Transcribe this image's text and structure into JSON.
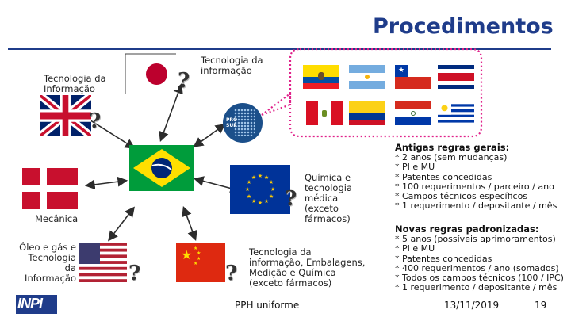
{
  "title": "Procedimentos",
  "labels": {
    "japan_top": "Tecnologia da informação",
    "uk_left": "Tecnologia da Informação",
    "denmark": "Mecânica",
    "usa": "Óleo e gás e Tecnologia da Informação",
    "eu": "Química e tecnologia médica (exceto fármacos)",
    "china": "Tecnologia da informação, Embalagens, Medição e Química (exceto fármacos)",
    "pph": "PPH uniforme",
    "prosur_logo": "PRO SUR"
  },
  "question_mark": "?",
  "old_rules": {
    "heading": "Antigas regras gerais:",
    "items": [
      "* 2 anos (sem mudanças)",
      "* PI e MU",
      "* Patentes concedidas",
      "* 100 requerimentos / parceiro / ano",
      "* Campos técnicos específicos",
      "* 1 requerimento / depositante / mês"
    ]
  },
  "new_rules": {
    "heading": "Novas regras padronizadas:",
    "items": [
      "* 5 anos (possíveis aprimoramentos)",
      "* PI e MU",
      "* Patentes concedidas",
      "* 400 requerimentos / ano (somados)",
      "* Todos os campos técnicos (100 / IPC)",
      "* 1 requerimento / depositante / mês"
    ]
  },
  "footer": {
    "logo": "INPI",
    "date": "13/11/2019",
    "page": "19"
  },
  "colors": {
    "title": "#1f3c8a",
    "arrow": "#2c2c2c",
    "bubble_border": "#e0218a",
    "brazil_green": "#009c3b",
    "brazil_yellow": "#ffdf00",
    "brazil_blue": "#002776",
    "eu_blue": "#003399",
    "china_red": "#de2910",
    "japan_red": "#bc002d",
    "prosur_blue": "#1b4f8a"
  },
  "icons": [
    "flag-japan",
    "flag-uk",
    "flag-denmark",
    "flag-brazil",
    "flag-eu",
    "flag-usa",
    "flag-china",
    "flag-ecuador",
    "flag-argentina",
    "flag-chile",
    "flag-costa-rica",
    "flag-peru",
    "flag-colombia",
    "flag-paraguay",
    "flag-uruguay",
    "prosur-logo",
    "inpi-logo"
  ]
}
